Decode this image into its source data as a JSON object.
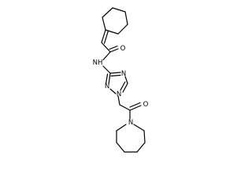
{
  "molecule": {
    "atom_labels": {
      "amide_oxygen": "O",
      "amide_nh": "NH",
      "triazole_n4": "N",
      "triazole_n1": "N",
      "triazole_n2": "N",
      "ketone_oxygen": "O",
      "azepane_nitrogen": "N"
    },
    "line_color": "#000000",
    "background_color": "#ffffff"
  }
}
